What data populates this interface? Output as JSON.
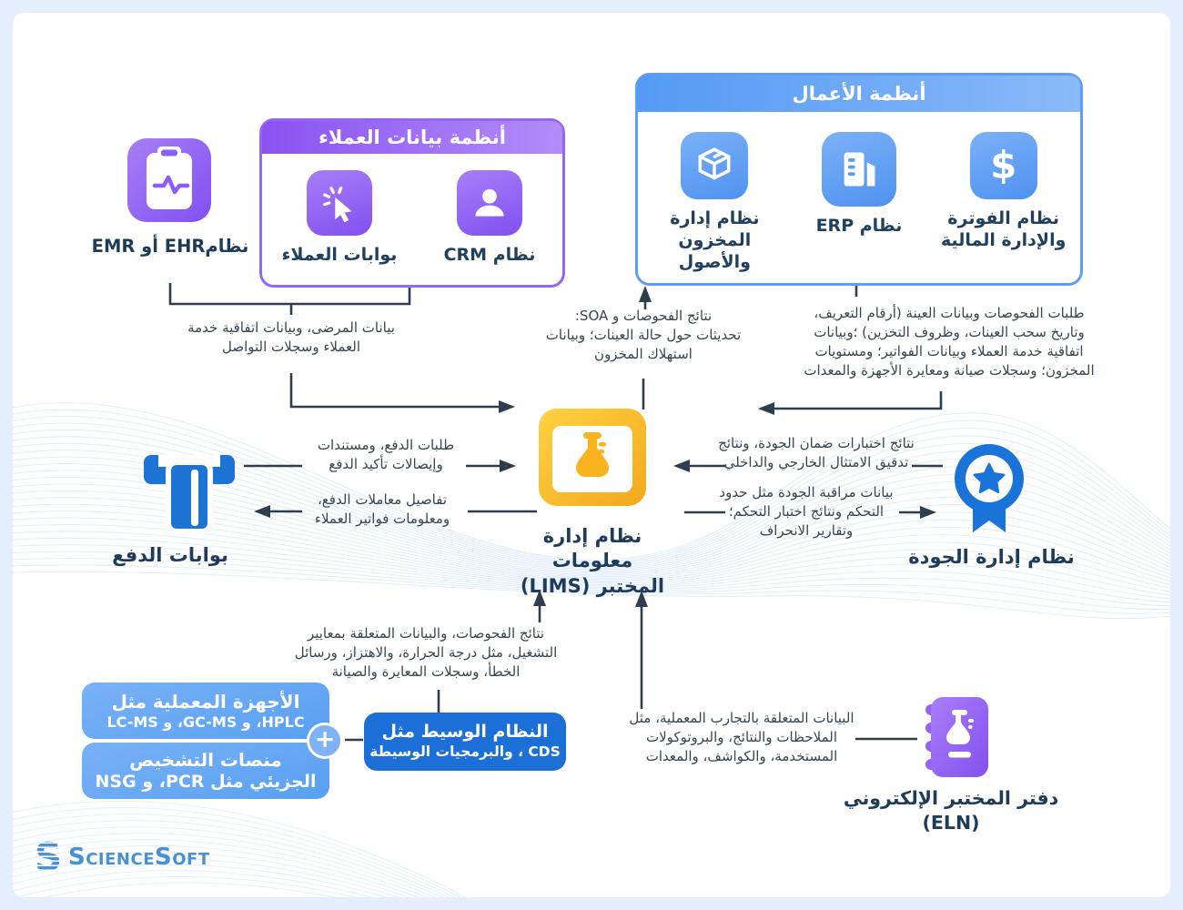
{
  "colors": {
    "frame": "#e4eefc",
    "panel": "#ffffff",
    "blue_accent": "#5e9df5",
    "deep_blue": "#1b6fd6",
    "purple_accent": "#8a52f2",
    "yellow": "#f6a91e",
    "line_dark": "#2e3e4c",
    "label_navy": "#1d3b5a",
    "logo_blue": "#4a90d5"
  },
  "nodes": {
    "business_systems": {
      "header": "أنظمة الأعمال",
      "items": [
        {
          "icon": "dollar-icon",
          "label": "نظام الفوترة والإدارة المالية"
        },
        {
          "icon": "erp-building-icon",
          "label": "نظام ERP"
        },
        {
          "icon": "package-icon",
          "label": "نظام إدارة المخزون والأصول"
        }
      ]
    },
    "customer_systems": {
      "header": "أنظمة بيانات العملاء",
      "items": [
        {
          "icon": "user-icon",
          "label": "نظام CRM"
        },
        {
          "icon": "cursor-click-icon",
          "label": "بوابات العملاء"
        }
      ]
    },
    "ehr": {
      "icon": "clipboard-pulse-icon",
      "label": "نظامEHR أو EMR"
    },
    "lims": {
      "icon": "flask-window-icon",
      "label": "نظام إدارة معلومات\nالمختبر (LIMS)"
    },
    "payment_gateways": {
      "icon": "atm-payment-icon",
      "label": "بوابات الدفع"
    },
    "quality_system": {
      "icon": "medal-star-icon",
      "label": "نظام إدارة الجودة"
    },
    "eln": {
      "icon": "lab-notebook-icon",
      "label": "دفتر المختبر الإلكتروني  (ELN)"
    },
    "lab_instruments": {
      "line1": "الأجهزة المعملية مثل",
      "line2": "HPLC، و GC-MS، و LC-MS"
    },
    "molecular_platforms": {
      "line1": "منصات التشخيص",
      "line2": "الجزيئي مثل PCR، و NSG"
    },
    "middleware": {
      "line1": "النظام الوسيط مثل",
      "line2": "CDS ، والبرمجيات الوسيطة"
    }
  },
  "flows": {
    "customer_to_lims": "بيانات المرضى، وبيانات اتفاقية خدمة\nالعملاء وسجلات التواصل",
    "lims_to_business": "نتائج الفحوصات و SOA:\nتحديثات حول حالة العينات؛ وبيانات\nاستهلاك المخزون",
    "business_to_lims": "طلبات الفحوصات وبيانات العينة (أرقام التعريف،\nوتاريخ سحب العينات، وظروف التخزين) ؛وبيانات\nاتفاقية خدمة العملاء وبيانات الفواتير؛ ومستويات\nالمخزون؛ وسجلات صيانة ومعايرة الأجهزة والمعدات",
    "payment_to_lims": "طلبات الدفع، ومستندات\nوإيصالات تأكيد الدفع",
    "lims_to_payment": "تفاصيل معاملات الدفع،\nومعلومات فواتير العملاء",
    "quality_to_lims": "نتائج اختبارات ضمان الجودة، ونتائج\nتدقيق الامتثال الخارجي والداخلي",
    "lims_to_quality": "بيانات مراقبة الجودة مثل حدود\nالتحكم ونتائج اختبار التحكم؛\nوتقارير الانحراف",
    "instruments_to_lims": "نتائج الفحوصات، والبيانات المتعلقة بمعايير\nالتشغيل، مثل درجة الحرارة، والاهتزاز، ورسائل\nالخطأ، وسجلات المعايرة والصيانة",
    "eln_to_lims": "البيانات المتعلقة بالتجارب المعملية، مثل\nالملاحظات والنتائج، والبروتوكولات\nالمستخدمة، والكواشف، والمعدات"
  },
  "glyphs": {
    "dollar": "$",
    "plus": "+"
  },
  "logo": {
    "text": "ScienceSoft"
  }
}
